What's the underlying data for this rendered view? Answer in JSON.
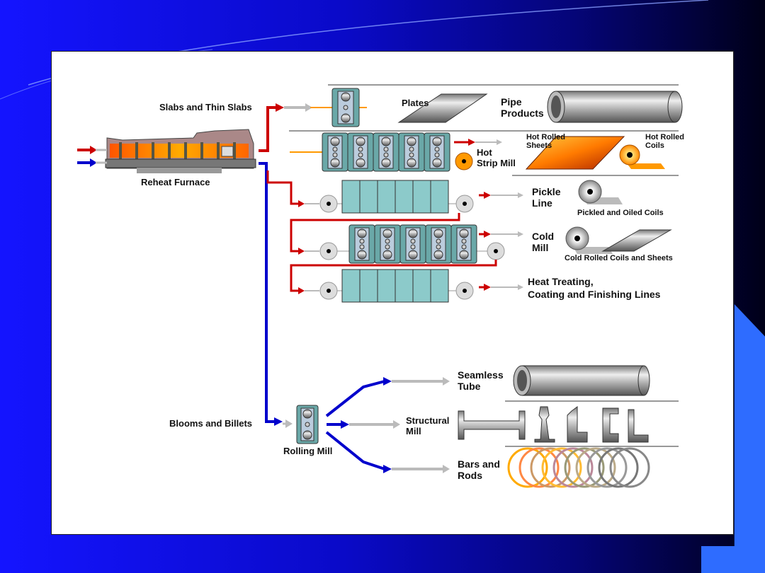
{
  "colors": {
    "background": "#0a0ac8",
    "panel": "#ffffff",
    "slab_route": "#cc0000",
    "bloom_route": "#0000cc",
    "stand": "#6aa8a8",
    "tank": "#8ccaca"
  },
  "diagram": {
    "furnace": {
      "label": "Reheat Furnace"
    },
    "slabs": {
      "label": "Slabs and Thin Slabs"
    },
    "blooms": {
      "label": "Blooms and Billets"
    },
    "plates": {
      "label": "Plates"
    },
    "pipe": {
      "label": "Pipe\nProducts"
    },
    "hot_strip": {
      "label": "Hot\nStrip Mill",
      "sheets": "Hot Rolled\nSheets",
      "coils": "Hot Rolled\nCoils"
    },
    "pickle": {
      "label": "Pickle\nLine",
      "product": "Pickled and Oiled Coils"
    },
    "cold": {
      "label": "Cold\nMill",
      "product": "Cold Rolled Coils and Sheets"
    },
    "heat": {
      "label": "Heat Treating,\nCoating and Finishing Lines"
    },
    "rolling": {
      "label": "Rolling Mill"
    },
    "seamless": {
      "label": "Seamless\nTube"
    },
    "structural": {
      "label": "Structural\nMill"
    },
    "bars": {
      "label": "Bars and\nRods"
    }
  }
}
